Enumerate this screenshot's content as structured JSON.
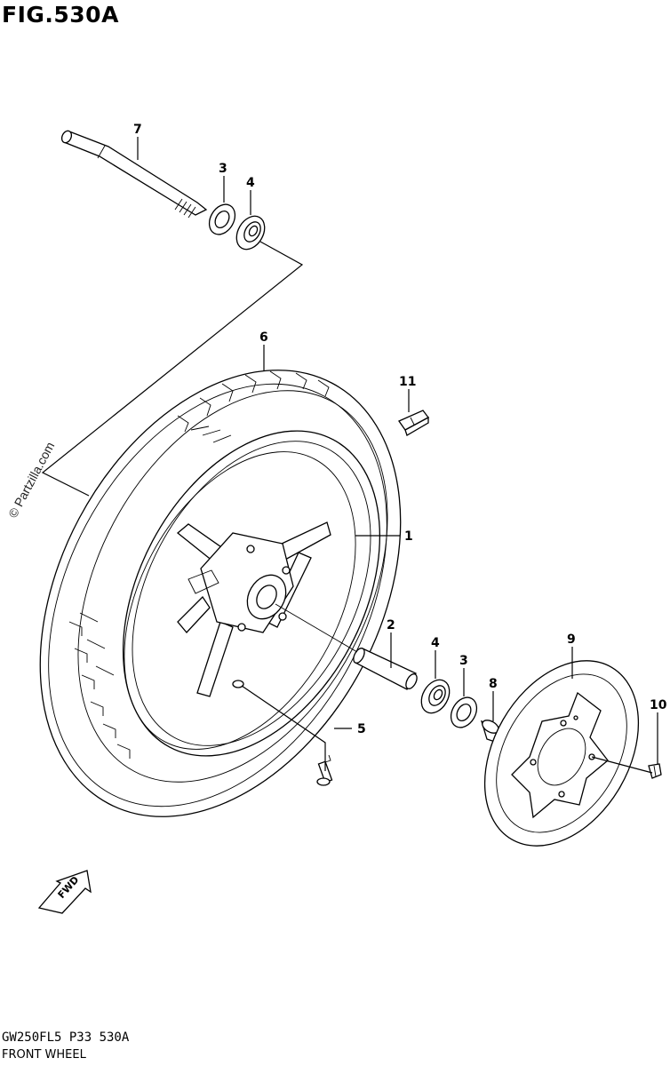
{
  "figure": {
    "title": "FIG.530A",
    "code": "GW250FL5  P33  530A",
    "caption": "FRONT WHEEL",
    "watermark": "© Partzilla.com",
    "fwd_label": "FWD"
  },
  "callouts": [
    "1",
    "2",
    "3",
    "4",
    "5",
    "6",
    "7",
    "8",
    "9",
    "10",
    "11",
    "3",
    "4"
  ]
}
